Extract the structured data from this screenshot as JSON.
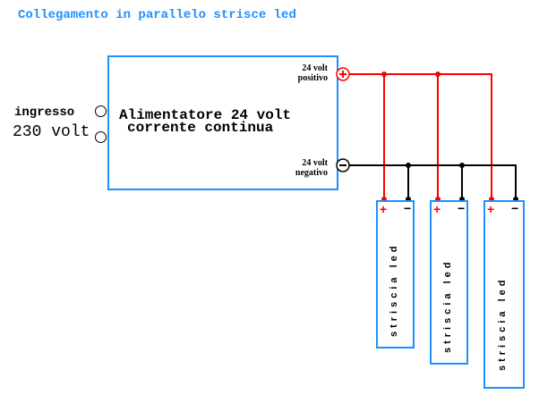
{
  "title": "Collegamento in parallelo strisce led",
  "power_supply": {
    "line1": "Alimentatore 24 volt",
    "line2": "corrente continua",
    "positive_label_1": "24 volt",
    "positive_label_2": "positivo",
    "negative_label_1": "24 volt",
    "negative_label_2": "negativo",
    "positive_symbol": "+",
    "negative_symbol": "−"
  },
  "input": {
    "line1": "ingresso",
    "line2": "230 volt"
  },
  "strips": [
    {
      "label": "striscia led",
      "plus": "+",
      "minus": "−"
    },
    {
      "label": "striscia led",
      "plus": "+",
      "minus": "−"
    },
    {
      "label": "striscia led",
      "plus": "+",
      "minus": "−"
    }
  ],
  "colors": {
    "positive_wire": "#ff0000",
    "negative_wire": "#000000",
    "box_border": "#1e90ff",
    "title": "#1e90ff"
  }
}
